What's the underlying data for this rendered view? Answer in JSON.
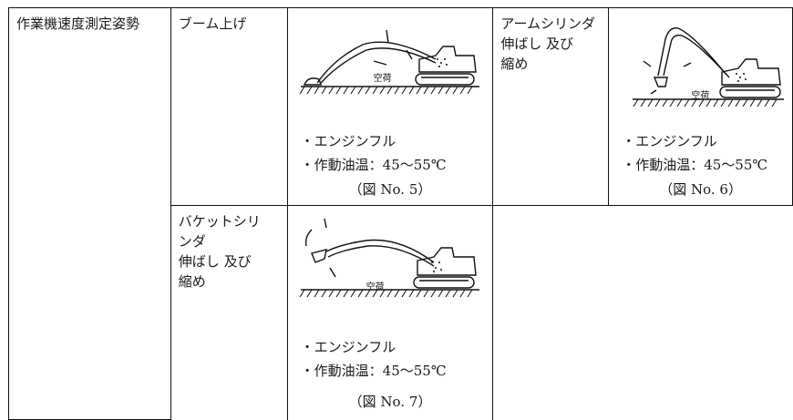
{
  "table": {
    "category": "作業機速度測定姿勢",
    "boom": {
      "label": "ブーム上げ",
      "load_label": "空荷",
      "notes": [
        "・エンジンフル",
        "・作動油温：45～55℃"
      ],
      "figure_caption": "（図 No. 5）"
    },
    "arm": {
      "label": "アームシリンダ\n伸ばし 及び\n縮め",
      "load_label": "空荷",
      "notes": [
        "・エンジンフル",
        "・作動油温：45～55℃"
      ],
      "figure_caption": "（図 No. 6）"
    },
    "bucket": {
      "label": "バケットシリ\nンダ\n伸ばし 及び\n縮め",
      "load_label": "空荷",
      "notes": [
        "・エンジンフル",
        "・作動油温：45～55℃"
      ],
      "figure_caption": "（図 No. 7）"
    }
  }
}
